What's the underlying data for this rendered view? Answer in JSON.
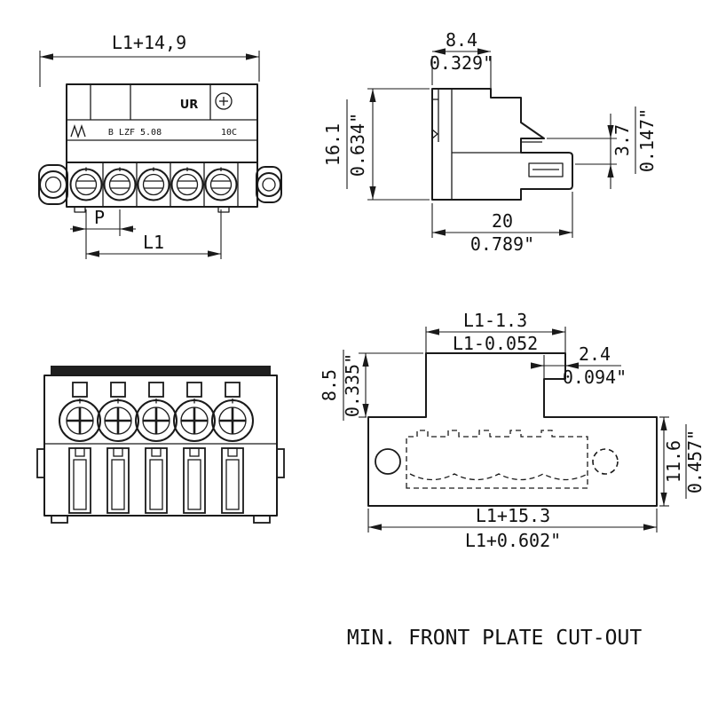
{
  "title": "MIN. FRONT PLATE CUT-OUT",
  "line_color": "#1a1a1a",
  "front_view": {
    "dim_total_width": "L1+14,9",
    "dim_pitch": "P",
    "dim_length": "L1",
    "mark_ul": "UR",
    "mark_series": "B LZF 5.08",
    "mark_poles": "10C"
  },
  "side_view": {
    "dim_width_mm": "8.4",
    "dim_width_in": "0.329\"",
    "dim_height_mm": "16.1",
    "dim_height_in": "0.634\"",
    "dim_latch_mm": "3.7",
    "dim_latch_in": "0.147\"",
    "dim_depth_mm": "20",
    "dim_depth_in": "0.789\""
  },
  "cutout_view": {
    "dim_upper_width_mm": "L1-1.3",
    "dim_upper_width_in": "L1-0.052",
    "dim_step_mm": "2.4",
    "dim_step_in": "0.094\"",
    "dim_upper_height_mm": "8.5",
    "dim_upper_height_in": "0.335\"",
    "dim_total_width_mm": "L1+15.3",
    "dim_total_width_in": "L1+0.602\"",
    "dim_lower_height_mm": "11.6",
    "dim_lower_height_in": "0.457\""
  }
}
